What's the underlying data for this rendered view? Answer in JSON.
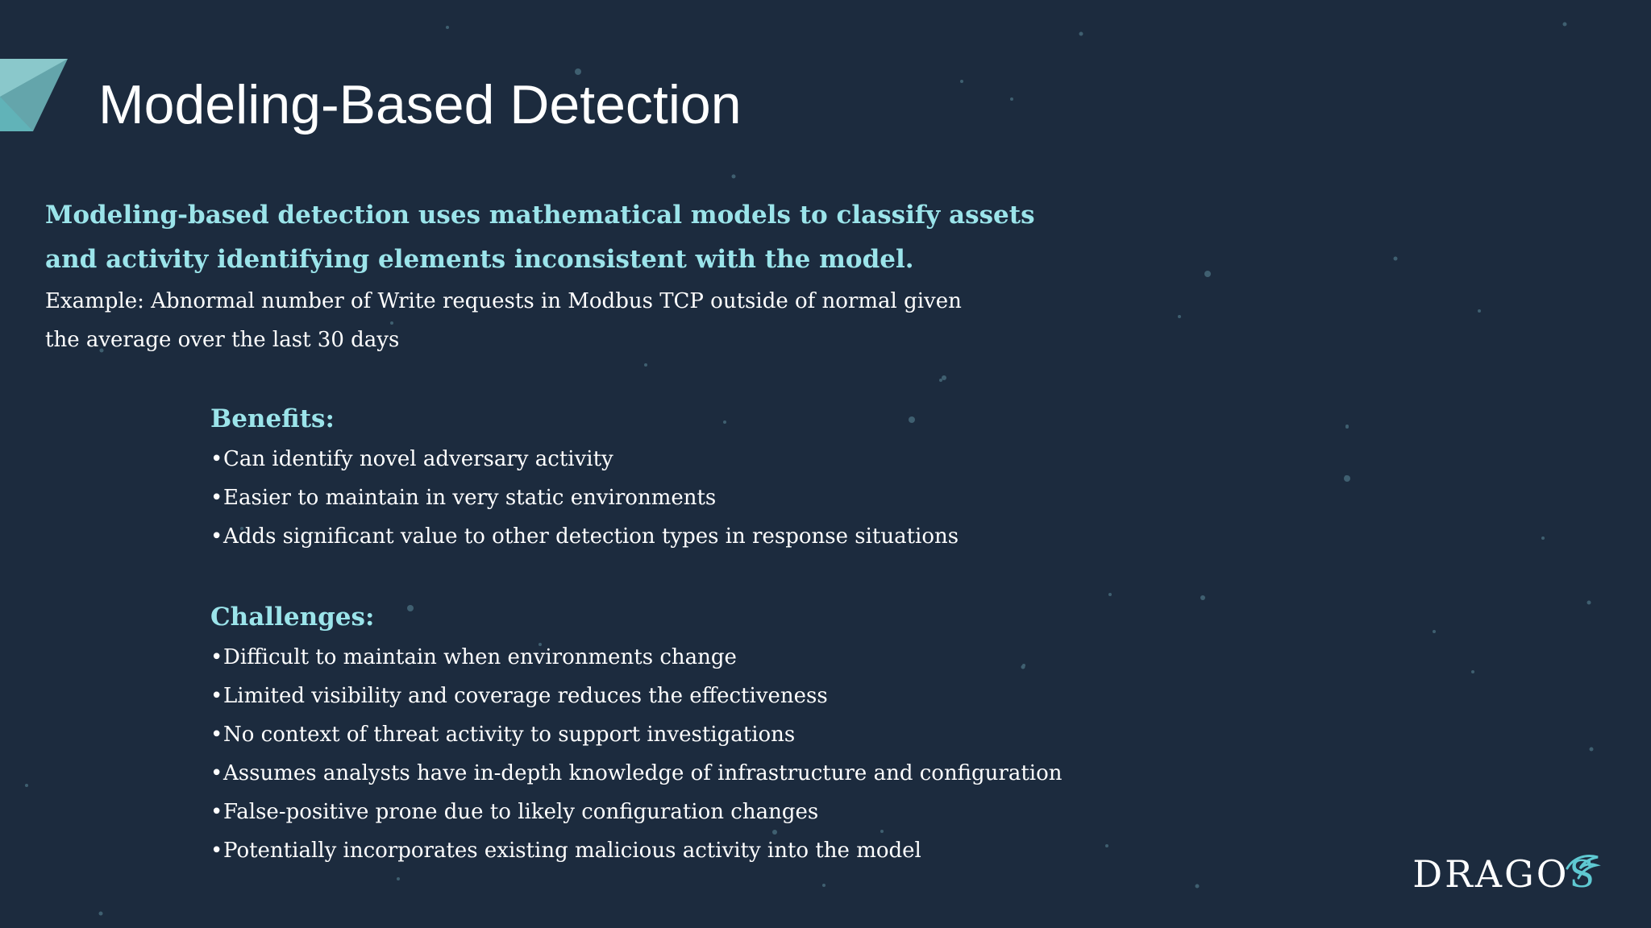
{
  "slide": {
    "title": "Modeling-Based Detection",
    "lead": "Modeling-based detection uses mathematical models to classify assets and activity identifying elements inconsistent with the model.",
    "example": "Example: Abnormal number of Write requests in Modbus TCP outside of normal given the average over the last 30 days"
  },
  "benefits": {
    "heading": "Benefits:",
    "items": [
      "Can identify novel adversary activity",
      "Easier to maintain in very static environments",
      "Adds significant value to other detection types in response situations"
    ]
  },
  "challenges": {
    "heading": "Challenges:",
    "items": [
      "Difficult to maintain when environments change",
      "Limited visibility and coverage reduces the effectiveness",
      "No context of threat activity to support investigations",
      "Assumes analysts have in-depth knowledge of infrastructure and configuration",
      "False-positive prone due to likely configuration changes",
      "Potentially incorporates existing malicious activity into the model"
    ]
  },
  "brand": {
    "wordmark": "DRAGO",
    "last_letter": "S",
    "icon": "dragon-wing-icon"
  },
  "colors": {
    "background": "#1c2b3e",
    "accent": "#9be4ea",
    "text": "#ffffff",
    "corner_mark": "#7ccfd0"
  }
}
